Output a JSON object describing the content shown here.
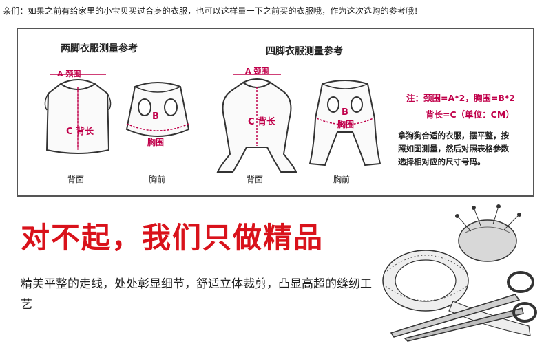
{
  "intro_text": "亲们：如果之前有给家里的小宝贝买过合身的衣服，也可以这样量一下之前买的衣服哦，作为这次选购的参考哦！",
  "two_leg": {
    "heading": "两脚衣服测量参考",
    "back_caption": "背面",
    "front_caption": "胸前",
    "label_a": "A 颈围",
    "label_c": "C 背长",
    "label_b": "B",
    "label_chest": "胸围"
  },
  "four_leg": {
    "heading": "四脚衣服测量参考",
    "back_caption": "背面",
    "front_caption": "胸前",
    "label_a": "A 颈围",
    "label_c": "C 背长",
    "label_b": "B",
    "label_chest": "胸围"
  },
  "notes": {
    "formula_line1": "注：颈围=A*2，胸围=B*2",
    "formula_line2": "背长=C（单位：CM）",
    "instruction": "拿狗狗合适的衣服，摆平整，按照如图测量，然后对照表格参数选择相对应的尺寸号码。"
  },
  "slogan": "对不起，我们只做精品",
  "description": "精美平整的走线，处处彰显细节，舒适立体裁剪，凸显高超的缝纫工艺",
  "colors": {
    "accent_magenta": "#c0004a",
    "slogan_red": "#d9121b",
    "border": "#555555"
  },
  "decor_icons": [
    "tape-measure-icon",
    "scissors-icon",
    "pincushion-icon"
  ]
}
